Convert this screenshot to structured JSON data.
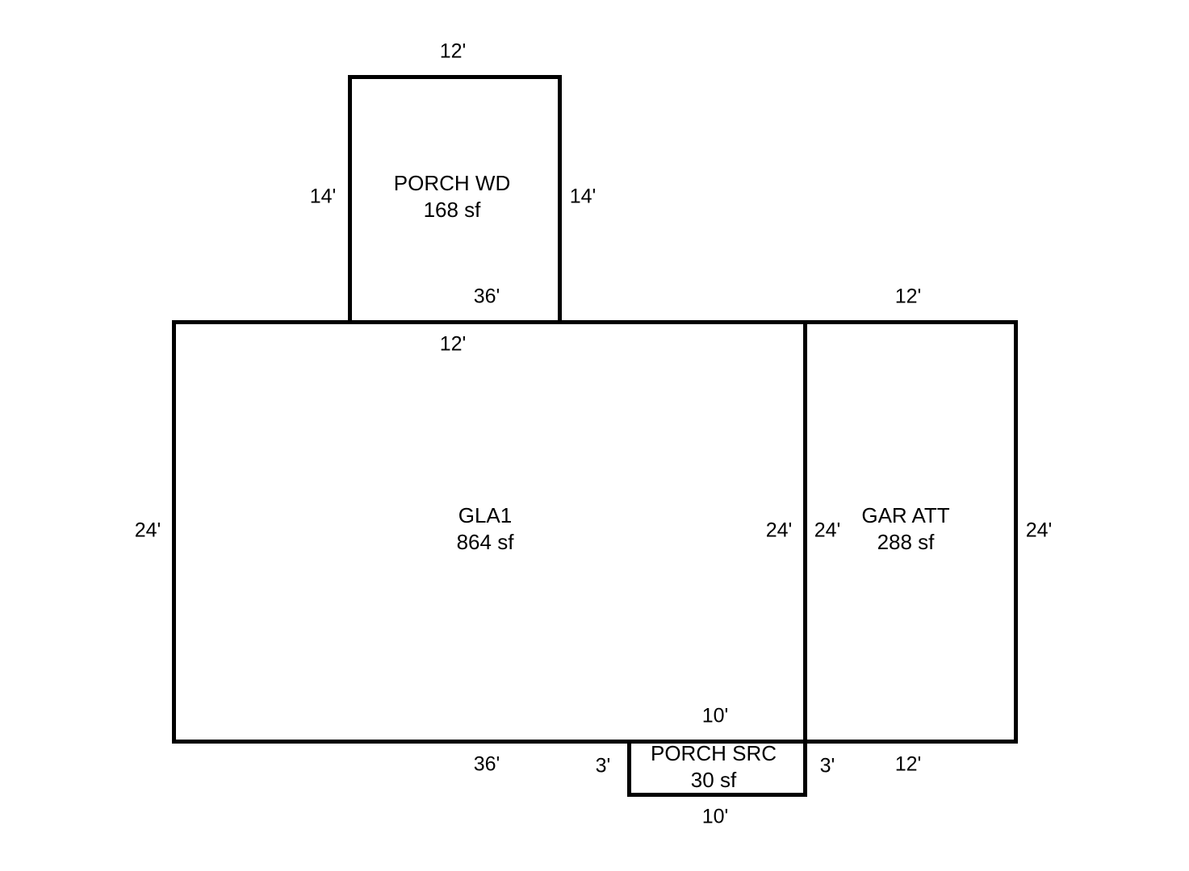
{
  "rooms": {
    "porch_wd": {
      "name": "PORCH WD",
      "area": "168 sf"
    },
    "gla1": {
      "name": "GLA1",
      "area": "864 sf"
    },
    "gar_att": {
      "name": "GAR ATT",
      "area": "288 sf"
    },
    "porch_src": {
      "name": "PORCH SRC",
      "area": "30 sf"
    }
  },
  "dimensions": {
    "porch_wd_top": "12'",
    "porch_wd_left": "14'",
    "porch_wd_right": "14'",
    "porch_wd_inner_bottom": "36'",
    "gla1_top_inner": "12'",
    "gla1_left": "24'",
    "gla1_right": "24'",
    "gla1_bottom": "36'",
    "gla1_inner_bottom": "10'",
    "gar_top": "12'",
    "gar_left": "24'",
    "gar_right": "24'",
    "gar_bottom": "12'",
    "porch_src_left": "3'",
    "porch_src_right": "3'",
    "porch_src_bottom": "10'"
  },
  "colors": {
    "line": "#000000",
    "background": "#ffffff"
  }
}
